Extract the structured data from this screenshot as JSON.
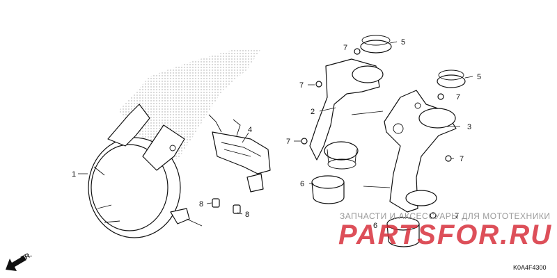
{
  "callouts": {
    "c1": "1",
    "c2": "2",
    "c3": "3",
    "c4": "4",
    "c5a": "5",
    "c5b": "5",
    "c6a": "6",
    "c6b": "6",
    "c7a": "7",
    "c7b": "7",
    "c7c": "7",
    "c7d": "7",
    "c7e": "7",
    "c8a": "8",
    "c8b": "8"
  },
  "direction_label": "FR.",
  "diagram_code": "K0A4F4300",
  "watermark": {
    "tagline": "ЗАПЧАСТИ И АКСЕССУАРЫ ДЛЯ МОТОТЕХНИКИ",
    "brand": "PARTSFOR.RU",
    "color": "#d62834"
  }
}
